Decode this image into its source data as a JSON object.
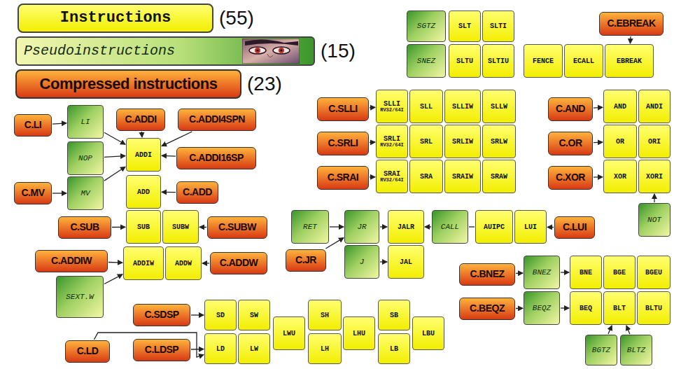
{
  "diagram": {
    "nodes": [
      {
        "text": [
          "Instructions",
          "(55)"
        ]
      },
      {
        "text": [
          "Pseudoinstructions",
          "(15)"
        ]
      },
      {
        "text": [
          "Compressed instructions",
          "(23)"
        ]
      },
      {
        "text": [
          "SGTZ"
        ]
      },
      {
        "text": [
          "SLT"
        ]
      },
      {
        "text": [
          "SLTI"
        ]
      },
      {
        "text": [
          "SNEZ"
        ]
      },
      {
        "text": [
          "SLTU"
        ]
      },
      {
        "text": [
          "SLTIU"
        ]
      },
      {
        "text": [
          "FENCE"
        ]
      },
      {
        "text": [
          "ECALL"
        ]
      },
      {
        "text": [
          "EBREAK"
        ]
      },
      {
        "text": [
          "C.EBREAK"
        ]
      },
      {
        "text": [
          "C.LI"
        ]
      },
      {
        "text": [
          "LI"
        ]
      },
      {
        "text": [
          "NOP"
        ]
      },
      {
        "text": [
          "MV"
        ]
      },
      {
        "text": [
          "C.MV"
        ]
      },
      {
        "text": [
          "C.ADDI"
        ]
      },
      {
        "text": [
          "C.ADDI4SPN"
        ]
      },
      {
        "text": [
          "ADDI"
        ]
      },
      {
        "text": [
          "C.ADDI16SP"
        ]
      },
      {
        "text": [
          "ADD"
        ]
      },
      {
        "text": [
          "C.ADD"
        ]
      },
      {
        "text": [
          "C.SUB"
        ]
      },
      {
        "text": [
          "SUB"
        ]
      },
      {
        "text": [
          "SUBW"
        ]
      },
      {
        "text": [
          "C.SUBW"
        ]
      },
      {
        "text": [
          "C.ADDIW"
        ]
      },
      {
        "text": [
          "ADDIW"
        ]
      },
      {
        "text": [
          "ADDW"
        ]
      },
      {
        "text": [
          "C.ADDW"
        ]
      },
      {
        "text": [
          "SEXT.W"
        ]
      },
      {
        "text": [
          "C.SLLI"
        ]
      },
      {
        "text": [
          "SLLI",
          "RV32/64I"
        ]
      },
      {
        "text": [
          "SLL"
        ]
      },
      {
        "text": [
          "SLLIW"
        ]
      },
      {
        "text": [
          "SLLW"
        ]
      },
      {
        "text": [
          "C.SRLI"
        ]
      },
      {
        "text": [
          "SRLI",
          "RV32/64I"
        ]
      },
      {
        "text": [
          "SRL"
        ]
      },
      {
        "text": [
          "SRLIW"
        ]
      },
      {
        "text": [
          "SRLW"
        ]
      },
      {
        "text": [
          "C.SRAI"
        ]
      },
      {
        "text": [
          "SRAI",
          "RV32/64I"
        ]
      },
      {
        "text": [
          "SRA"
        ]
      },
      {
        "text": [
          "SRAIW"
        ]
      },
      {
        "text": [
          "SRAW"
        ]
      },
      {
        "text": [
          "C.AND"
        ]
      },
      {
        "text": [
          "AND"
        ]
      },
      {
        "text": [
          "ANDI"
        ]
      },
      {
        "text": [
          "C.OR"
        ]
      },
      {
        "text": [
          "OR"
        ]
      },
      {
        "text": [
          "ORI"
        ]
      },
      {
        "text": [
          "C.XOR"
        ]
      },
      {
        "text": [
          "XOR"
        ]
      },
      {
        "text": [
          "XORI"
        ]
      },
      {
        "text": [
          "NOT"
        ]
      },
      {
        "text": [
          "RET"
        ]
      },
      {
        "text": [
          "JR"
        ]
      },
      {
        "text": [
          "J"
        ]
      },
      {
        "text": [
          "JALR"
        ]
      },
      {
        "text": [
          "CALL"
        ]
      },
      {
        "text": [
          "AUIPC"
        ]
      },
      {
        "text": [
          "LUI"
        ]
      },
      {
        "text": [
          "C.LUI"
        ]
      },
      {
        "text": [
          "C.JR"
        ]
      },
      {
        "text": [
          "JAL"
        ]
      },
      {
        "text": [
          "C.BNEZ"
        ]
      },
      {
        "text": [
          "BNEZ"
        ]
      },
      {
        "text": [
          "BNE"
        ]
      },
      {
        "text": [
          "BGE"
        ]
      },
      {
        "text": [
          "BGEU"
        ]
      },
      {
        "text": [
          "C.BEQZ"
        ]
      },
      {
        "text": [
          "BEQZ"
        ]
      },
      {
        "text": [
          "BEQ"
        ]
      },
      {
        "text": [
          "BLT"
        ]
      },
      {
        "text": [
          "BLTU"
        ]
      },
      {
        "text": [
          "BGTZ"
        ]
      },
      {
        "text": [
          "BLTZ"
        ]
      },
      {
        "text": [
          "C.SDSP"
        ]
      },
      {
        "text": [
          "SD"
        ]
      },
      {
        "text": [
          "SW"
        ]
      },
      {
        "text": [
          "LWU"
        ]
      },
      {
        "text": [
          "SH"
        ]
      },
      {
        "text": [
          "LHU"
        ]
      },
      {
        "text": [
          "SB"
        ]
      },
      {
        "text": [
          "LBU"
        ]
      },
      {
        "text": [
          "C.LD"
        ]
      },
      {
        "text": [
          "C.LDSP"
        ]
      },
      {
        "text": [
          "LD"
        ]
      },
      {
        "text": [
          "LW"
        ]
      },
      {
        "text": [
          "LH"
        ]
      },
      {
        "text": [
          "LB"
        ]
      }
    ],
    "edges": [
      {
        "from": 12,
        "to": 11,
        "arrow": "to"
      },
      {
        "from": 13,
        "to": 14,
        "arrow": "to"
      },
      {
        "from": 14,
        "to": 20,
        "arrow": "to"
      },
      {
        "from": 15,
        "to": 20,
        "arrow": "to"
      },
      {
        "from": 16,
        "to": 20,
        "arrow": "to"
      },
      {
        "from": 17,
        "to": 16,
        "arrow": "to"
      },
      {
        "from": 18,
        "to": 20,
        "arrow": "to"
      },
      {
        "from": 19,
        "to": 20,
        "arrow": "to"
      },
      {
        "from": 21,
        "to": 20,
        "arrow": "to"
      },
      {
        "from": 23,
        "to": 22,
        "arrow": "to"
      },
      {
        "from": 24,
        "to": 25,
        "arrow": "to"
      },
      {
        "from": 27,
        "to": 26,
        "arrow": "to"
      },
      {
        "from": 28,
        "to": 29,
        "arrow": "to"
      },
      {
        "from": 31,
        "to": 30,
        "arrow": "to"
      },
      {
        "from": 32,
        "to": 29,
        "arrow": "to"
      },
      {
        "from": 33,
        "to": 34,
        "arrow": "to"
      },
      {
        "from": 38,
        "to": 39,
        "arrow": "to"
      },
      {
        "from": 43,
        "to": 44,
        "arrow": "to"
      },
      {
        "from": 48,
        "to": 49,
        "arrow": "to"
      },
      {
        "from": 51,
        "to": 52,
        "arrow": "to"
      },
      {
        "from": 54,
        "to": 55,
        "arrow": "to"
      },
      {
        "from": 57,
        "to": 56,
        "arrow": "to"
      },
      {
        "from": 58,
        "to": 59,
        "arrow": "to"
      },
      {
        "from": 66,
        "to": 59,
        "arrow": "to"
      },
      {
        "from": 59,
        "to": 61,
        "arrow": "to"
      },
      {
        "from": 60,
        "to": 67,
        "arrow": "to"
      },
      {
        "from": 62,
        "to": 61,
        "arrow": "to"
      },
      {
        "from": 62,
        "to": 63,
        "arrow": "none"
      },
      {
        "from": 65,
        "to": 64,
        "arrow": "to"
      },
      {
        "from": 68,
        "to": 69,
        "arrow": "to"
      },
      {
        "from": 69,
        "to": 70,
        "arrow": "to"
      },
      {
        "from": 73,
        "to": 74,
        "arrow": "to"
      },
      {
        "from": 74,
        "to": 75,
        "arrow": "to"
      },
      {
        "from": 78,
        "to": 76,
        "arrow": "to"
      },
      {
        "from": 79,
        "to": 76,
        "arrow": "to"
      },
      {
        "from": 80,
        "to": 81,
        "arrow": "to"
      },
      {
        "from": 89,
        "to": 90,
        "arrow": "to"
      },
      {
        "from": 88,
        "to": 90,
        "arrow": "to"
      }
    ]
  }
}
